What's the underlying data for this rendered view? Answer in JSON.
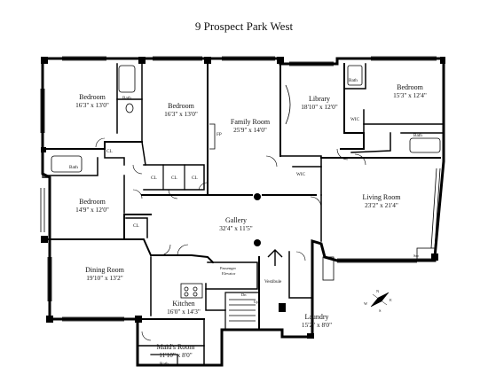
{
  "title": "9 Prospect Park West",
  "rooms": [
    {
      "key": "bed1",
      "name": "Bedroom",
      "dims": "16'3\" x 13'0\""
    },
    {
      "key": "bed2",
      "name": "Bedroom",
      "dims": "16'3\" x 13'0\""
    },
    {
      "key": "family",
      "name": "Family Room",
      "dims": "25'9\" x 14'0\""
    },
    {
      "key": "library",
      "name": "Library",
      "dims": "18'10\" x 12'0\""
    },
    {
      "key": "bed4",
      "name": "Bedroom",
      "dims": "15'3\" x 12'4\""
    },
    {
      "key": "bed3",
      "name": "Bedroom",
      "dims": "14'9\" x 12'0\""
    },
    {
      "key": "living",
      "name": "Living Room",
      "dims": "23'2\" x 21'4\""
    },
    {
      "key": "gallery",
      "name": "Gallery",
      "dims": "32'4\" x 11'5\""
    },
    {
      "key": "dining",
      "name": "Dining Room",
      "dims": "19'10\" x 13'2\""
    },
    {
      "key": "kitchen",
      "name": "Kitchen",
      "dims": "16'0\" x 14'3\""
    },
    {
      "key": "laundry",
      "name": "Laundry",
      "dims": "15'2\" x 8'0\""
    },
    {
      "key": "maid",
      "name": "Maid's Room",
      "dims": "11'10\" x 8'0\""
    }
  ],
  "small_labels": {
    "bath": "Bath",
    "cl": "CL",
    "wic": "WIC",
    "fp": "FP",
    "passenger_elevator": [
      "Passenger",
      "Elevator"
    ],
    "vestibule": "Vestibule",
    "dn": "Dn",
    "up": "Up",
    "ser": "Ser"
  },
  "compass": {
    "n": "N",
    "s": "S",
    "e": "E",
    "w": "W"
  }
}
